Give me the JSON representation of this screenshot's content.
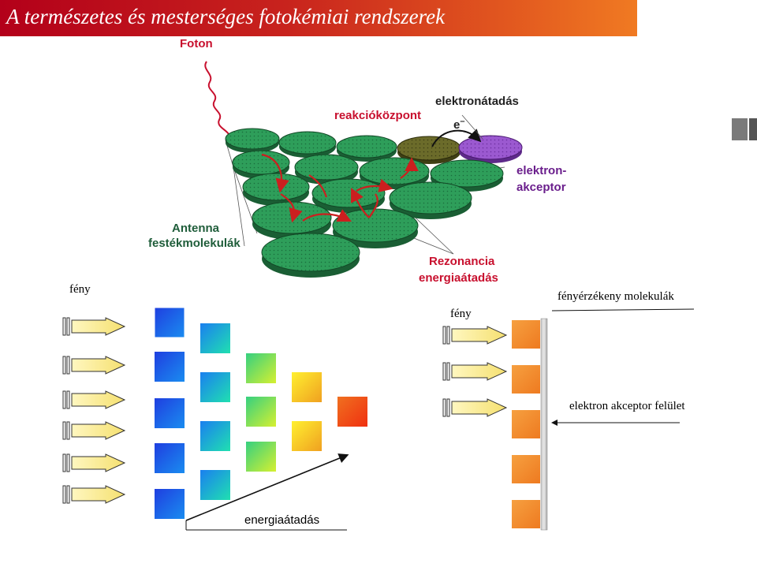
{
  "title": "A természetes és mesterséges fotokémiai rendszerek",
  "top_diagram": {
    "photon": "Foton",
    "reaction_center": "reakcióközpont",
    "electron_transfer": "elektronátadás",
    "electron_symbol": "e",
    "electron_charge": "–",
    "electron_acceptor_line1": "elektron-",
    "electron_acceptor_line2": "akceptor",
    "antenna_line1": "Antenna",
    "antenna_line2": "festékmolekulák",
    "resonance_line1": "Rezonancia",
    "resonance_line2": "energiaátadás"
  },
  "bottom_left": {
    "light": "fény",
    "energy_transfer": "energiaátadás"
  },
  "bottom_right": {
    "light": "fény",
    "photosensitive": "fényérzékeny molekulák",
    "surface": "elektron akceptor felület"
  },
  "colors": {
    "disk_green": "#2e9e5a",
    "reaction_center": "#6b6b2a",
    "acceptor": "#9b59d0",
    "arrow_red": "#cc1f1f",
    "title_gradient_start": "#b3001a",
    "title_gradient_end": "#f07a22",
    "pigment_orange": "#f28a2a",
    "acceptor_surface": "#b0b0b0"
  }
}
